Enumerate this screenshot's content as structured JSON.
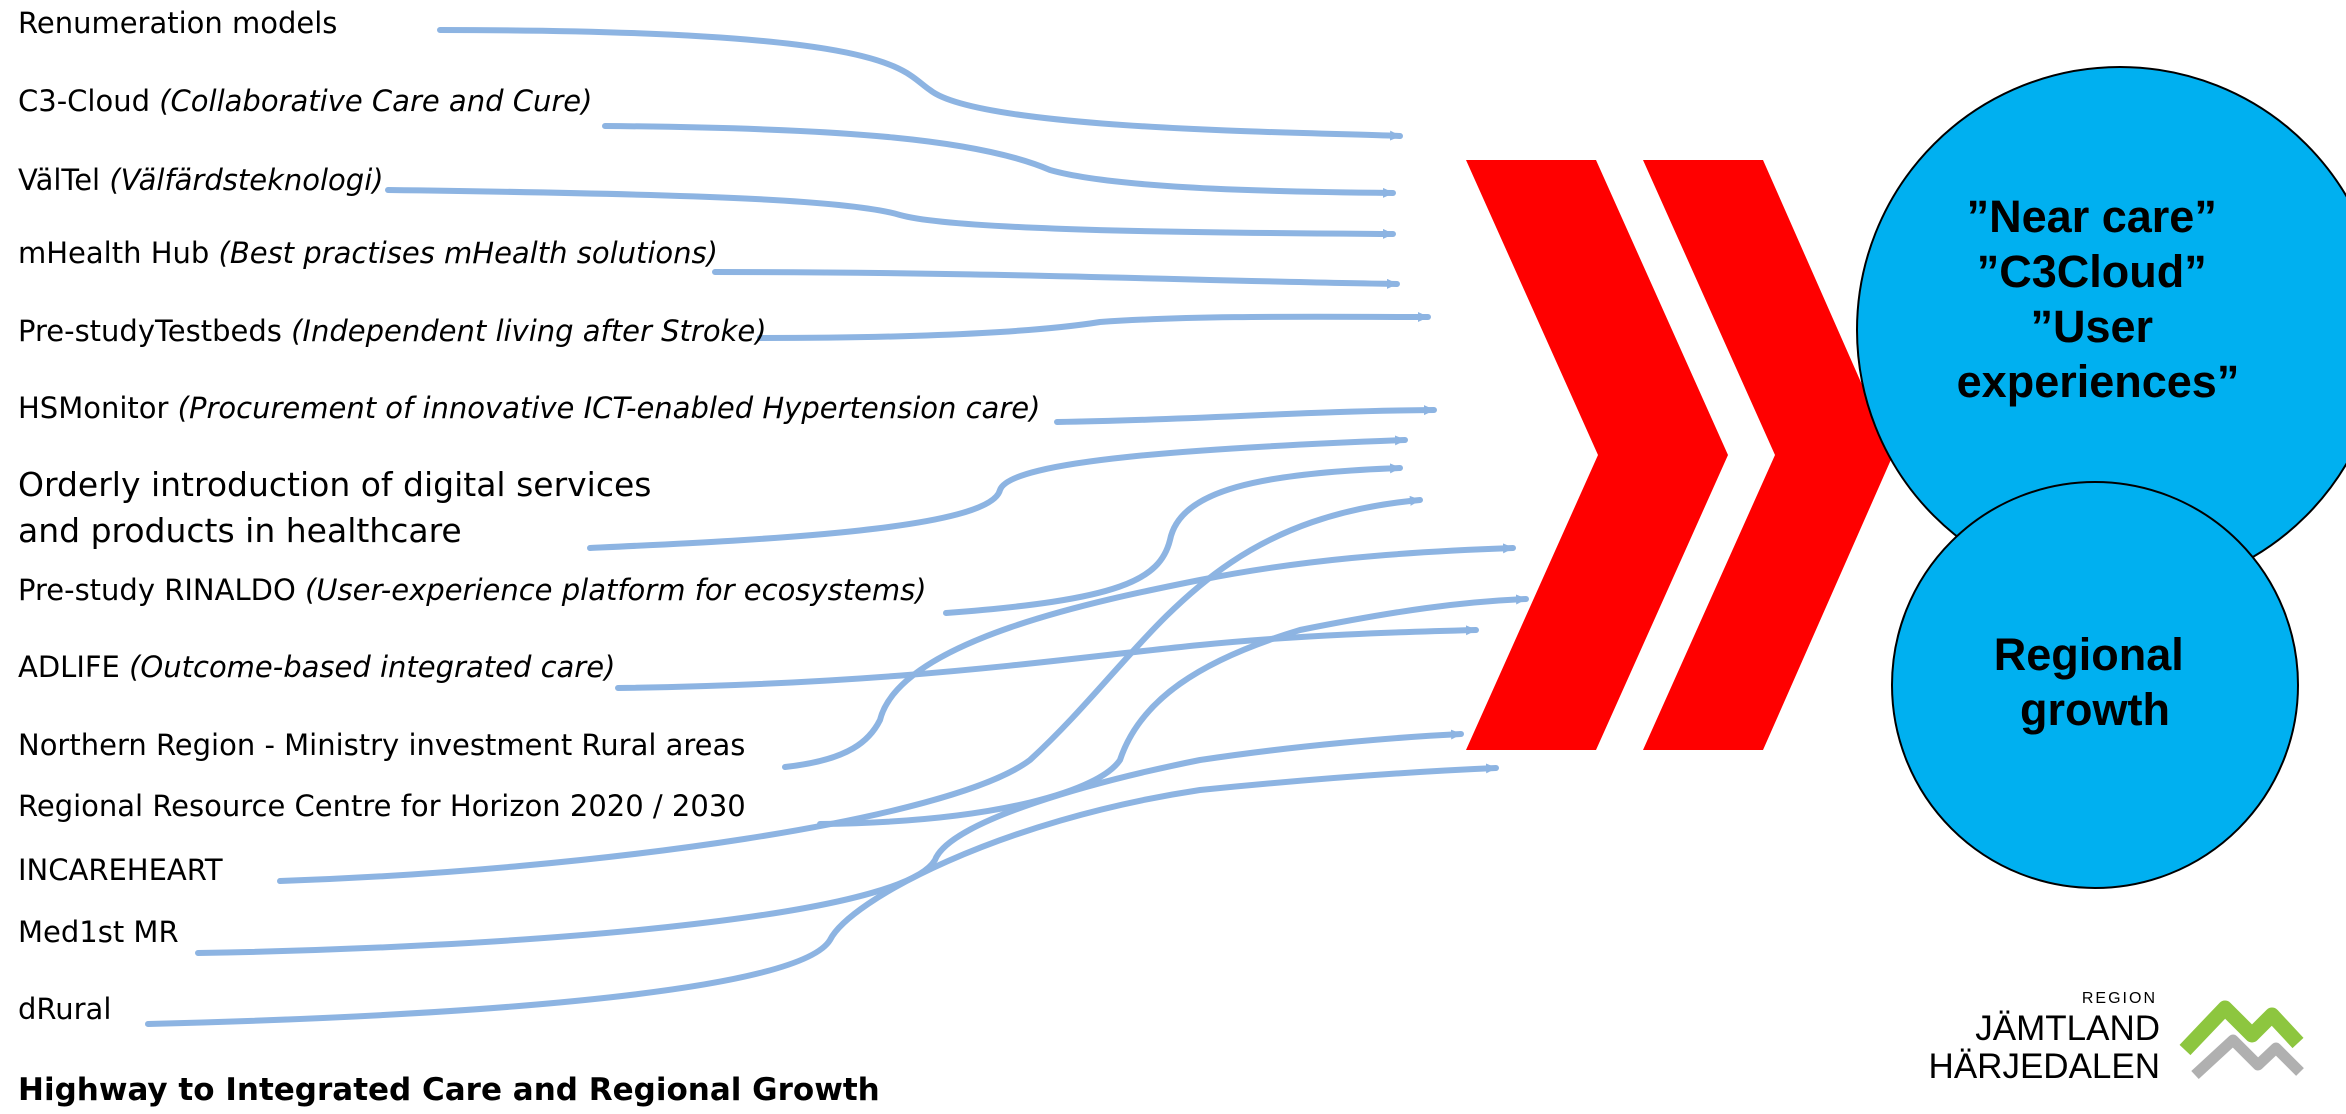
{
  "items": [
    {
      "name": "Renumeration models",
      "note": ""
    },
    {
      "name": "C3-Cloud ",
      "note": "(Collaborative Care and Cure)"
    },
    {
      "name": "VälTel ",
      "note": "(Välfärdsteknologi)"
    },
    {
      "name": "mHealth Hub ",
      "note": "(Best practises mHealth solutions)"
    },
    {
      "name": "Pre-studyTestbeds ",
      "note": "(Independent living after Stroke)"
    },
    {
      "name": "HSMonitor ",
      "note": "(Procurement of innovative ICT-enabled Hypertension care)"
    },
    {
      "name": "Orderly introduction of digital services and products in healthcare",
      "note": ""
    },
    {
      "name": "Pre-study RINALDO ",
      "note": "(User-experience platform for ecosystems)"
    },
    {
      "name": "ADLIFE ",
      "note": "(Outcome-based integrated care)"
    },
    {
      "name": "Northern Region - Ministry investment Rural areas",
      "note": ""
    },
    {
      "name": "Regional Resource Centre for Horizon 2020 / 2030",
      "note": ""
    },
    {
      "name": "INCAREHEART",
      "note": ""
    },
    {
      "name": "Med1st MR",
      "note": ""
    },
    {
      "name": "dRural",
      "note": ""
    }
  ],
  "outcomes": {
    "top": {
      "line1": "”Near care”",
      "line2": "”C3Cloud”",
      "line3": "”User",
      "line4": "experiences”"
    },
    "bottom": {
      "line1": "Regional",
      "line2": "growth"
    }
  },
  "logo": {
    "top": "REGION",
    "line1": "JÄMTLAND",
    "line2": "HÄRJEDALEN"
  },
  "footer": "Highway to Integrated Care and Regional Growth",
  "colors": {
    "chevron": "#ff0000",
    "circle": "#00b0f0",
    "arrow": "#8db4e2",
    "logo_green": "#8dc63f",
    "logo_grey": "#b0b0b0"
  }
}
